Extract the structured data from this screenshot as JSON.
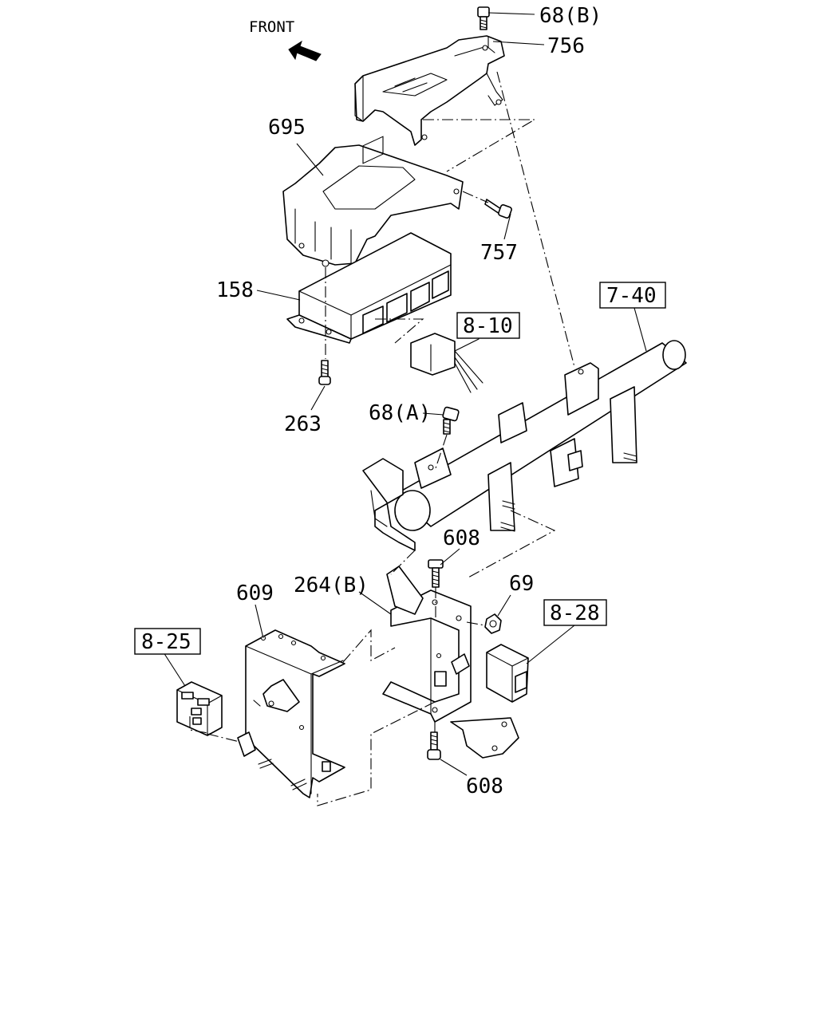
{
  "front_label": "FRONT",
  "parts": {
    "p68b": "68(B)",
    "p756": "756",
    "p695": "695",
    "p757": "757",
    "p158": "158",
    "p263": "263",
    "p68a": "68(A)",
    "p608_top": "608",
    "p69": "69",
    "p264b": "264(B)",
    "p609": "609",
    "p608_bottom": "608"
  },
  "references": {
    "r810": "8-10",
    "r740": "7-40",
    "r828": "8-28",
    "r825": "8-25"
  }
}
